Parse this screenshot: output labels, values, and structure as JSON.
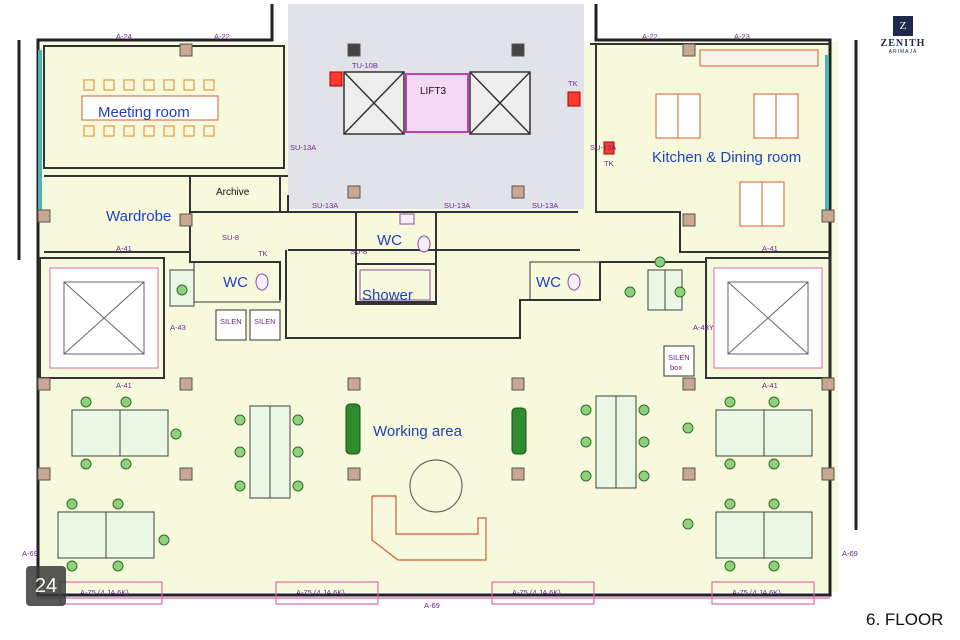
{
  "brand": {
    "mark": "Z",
    "name": "ZENITH",
    "sub": "ARIMAJA"
  },
  "badge": "24",
  "floor_label": "6. FLOOR",
  "rooms": {
    "meeting": "Meeting room",
    "kitchen": "Kitchen & Dining room",
    "wardrobe": "Wardrobe",
    "archive": "Archive",
    "wc1": "WC",
    "wc2": "WC",
    "wc3": "WC",
    "shower": "Shower",
    "lift": "LIFT3",
    "working": "Working area"
  },
  "tags": {
    "a24": "A-24",
    "a22_left": "A-22",
    "a22_right": "A-22",
    "a23": "A-23",
    "a41_a": "A-41",
    "a41_b": "A-41",
    "a41_c": "A-41",
    "a41_d": "A-41",
    "a43": "A-43",
    "a43y": "A-43Y",
    "a69_top": "A-69",
    "a69_left": "A-69",
    "a69_right": "A-69",
    "a75_1": "A-75 (4 JA 6K)",
    "a75_2": "A-75 (4 JA 6K)",
    "a75_3": "A-75 (4 JA 6K)",
    "a75_4": "A-75 (4 JA 6K)",
    "tu10b": "TU-10B",
    "su13a_1": "SU-13A",
    "su13a_2": "SU-13A",
    "su13a_3": "SU-13A",
    "su13a_4": "SU-13A",
    "su13a_5": "SU-13A",
    "su8_a": "SU-8",
    "su8_b": "SU-8",
    "tk1": "TK",
    "tk2": "TK",
    "tk3": "TK",
    "silen1": "SILEN",
    "silen2": "SILEN",
    "silen3": "SILEN",
    "box": "box"
  }
}
